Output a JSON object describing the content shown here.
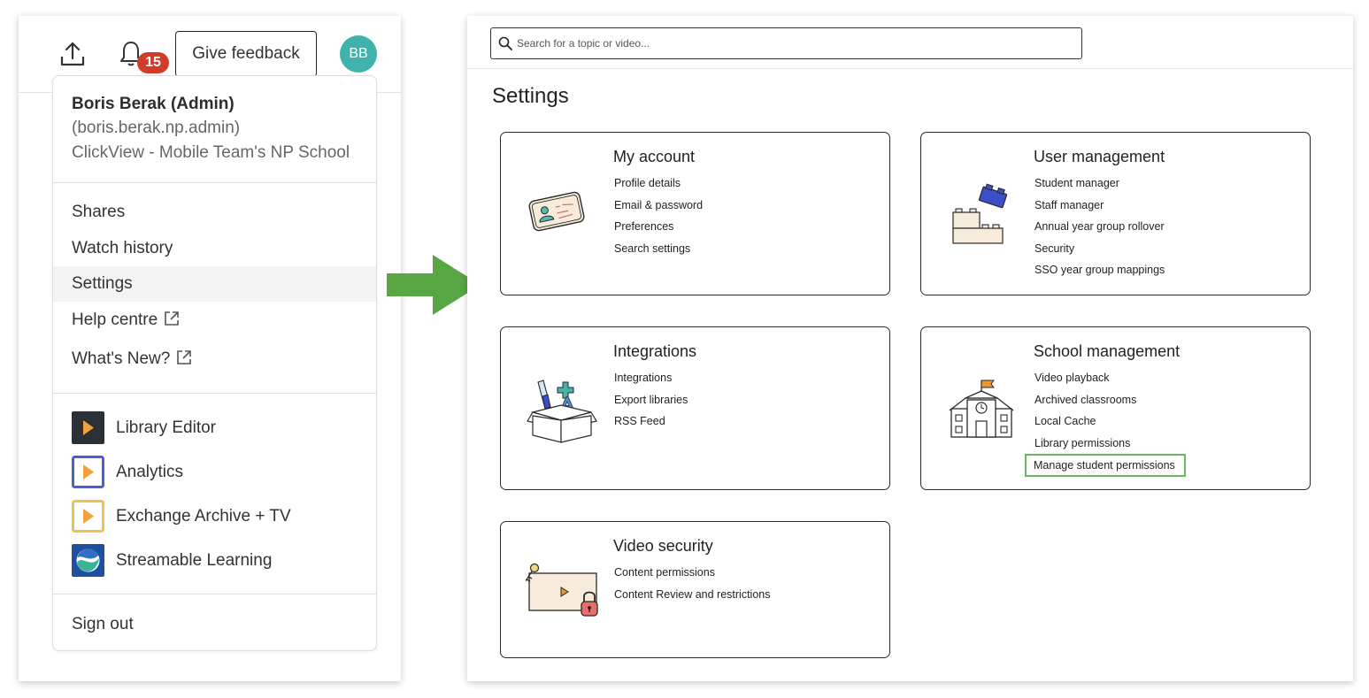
{
  "topbar": {
    "notification_count": "15",
    "feedback_label": "Give feedback",
    "avatar_initials": "BB",
    "avatar_color": "#3fb3ab",
    "badge_color": "#d13b2b",
    "icons": [
      "upload-icon",
      "bell-icon"
    ]
  },
  "user": {
    "name": "Boris Berak (Admin)",
    "handle": "(boris.berak.np.admin)",
    "school": "ClickView - Mobile Team's NP School"
  },
  "menu": {
    "items": [
      {
        "label": "Shares"
      },
      {
        "label": "Watch history"
      },
      {
        "label": "Settings",
        "active": true
      },
      {
        "label": "Help centre",
        "external": true
      },
      {
        "label": "What's New?",
        "external": true
      }
    ],
    "apps": [
      {
        "label": "Library Editor",
        "icon": "library-editor-logo"
      },
      {
        "label": "Analytics",
        "icon": "analytics-logo"
      },
      {
        "label": "Exchange Archive + TV",
        "icon": "exchange-archive-logo"
      },
      {
        "label": "Streamable Learning",
        "icon": "streamable-learning-logo"
      }
    ],
    "sign_out": "Sign out"
  },
  "arrow_color": "#58a644",
  "settings": {
    "search_placeholder": "Search for a topic or video...",
    "title": "Settings",
    "highlight_color": "#6bb764",
    "cards": [
      {
        "title": "My account",
        "icon": "id-card-icon",
        "links": [
          "Profile details",
          "Email & password",
          "Preferences",
          "Search settings"
        ]
      },
      {
        "title": "User management",
        "icon": "building-blocks-icon",
        "links": [
          "Student manager",
          "Staff manager",
          "Annual year group rollover",
          "Security",
          "SSO year group mappings"
        ]
      },
      {
        "title": "Integrations",
        "icon": "box-icon",
        "links": [
          "Integrations",
          "Export libraries",
          "RSS Feed"
        ]
      },
      {
        "title": "School management",
        "icon": "school-building-icon",
        "links": [
          "Video playback",
          "Archived classrooms",
          "Local Cache",
          "Library permissions",
          "Manage student permissions"
        ],
        "highlighted_link": "Manage student permissions"
      },
      {
        "title": "Video security",
        "icon": "locked-video-icon",
        "links": [
          "Content permissions",
          "Content Review and restrictions"
        ]
      }
    ]
  }
}
